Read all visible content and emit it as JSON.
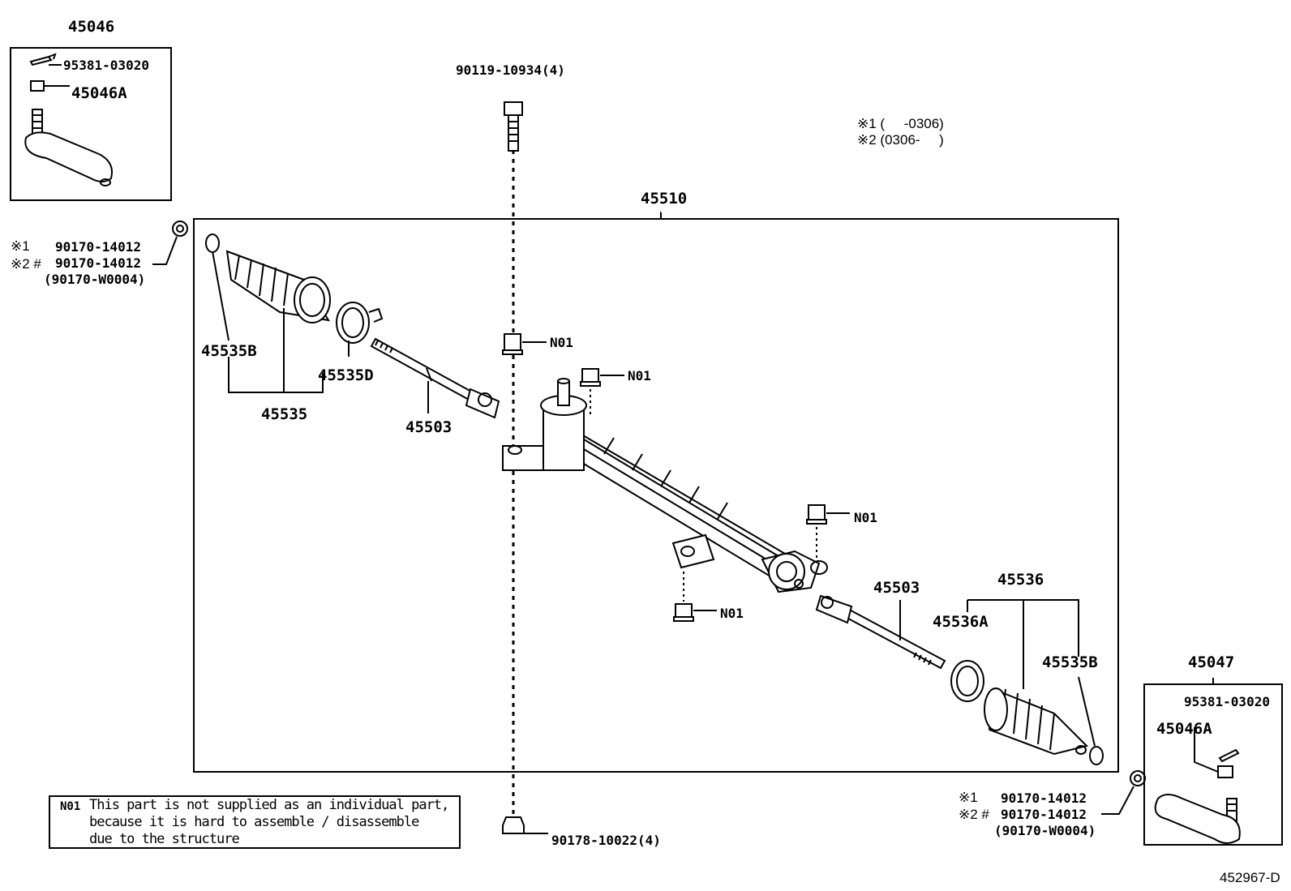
{
  "top_left": {
    "title": "45046",
    "cotter_pin": "95381-03020",
    "nut": "45046A"
  },
  "top_bolt": "90119-10934(4)",
  "legend": {
    "line1": "※1 (     -0306)",
    "line2": "※2 (0306-     )"
  },
  "assembly": "45510",
  "left_nut": {
    "l1_mark": "※1",
    "l1_part": "90170-14012",
    "l2_mark": "※2 #",
    "l2_part": "90170-14012",
    "l3": "(90170-W0004)"
  },
  "left_boot": {
    "clip": "45535B",
    "clamp": "45535D",
    "set": "45535",
    "rod": "45503"
  },
  "n01": "N01",
  "right_parts": {
    "rod": "45503",
    "set": "45536",
    "clamp": "45536A",
    "clip": "45535B"
  },
  "bottom_right": {
    "title": "45047",
    "cotter_pin": "95381-03020",
    "nut": "45046A"
  },
  "right_nut": {
    "l1_mark": "※1",
    "l1_part": "90170-14012",
    "l2_mark": "※2 #",
    "l2_part": "90170-14012",
    "l3": "(90170-W0004)"
  },
  "bottom_nut": "90178-10022(4)",
  "note": {
    "code": "N01",
    "line1": "This part is not supplied as an individual part,",
    "line2": "because it is hard to assemble / disassemble",
    "line3": "due to the structure"
  },
  "diagram_id": "452967-D"
}
